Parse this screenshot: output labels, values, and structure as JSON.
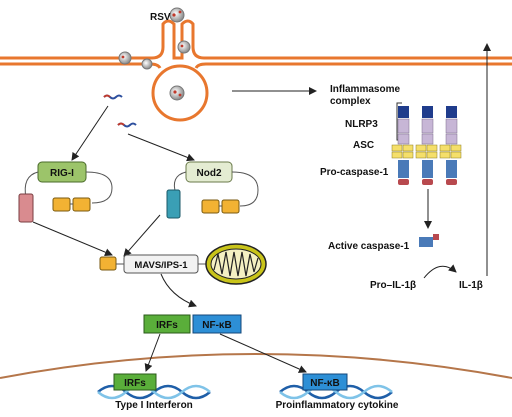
{
  "labels": {
    "virus": "RSV",
    "inflammasome_line1": "Inflammasome",
    "inflammasome_line2": "complex",
    "nlrp3": "NLRP3",
    "asc": "ASC",
    "pro_caspase": "Pro-caspase-1",
    "active_caspase": "Active caspase-1",
    "pro_il1b": "Pro–IL-1β",
    "il1b": "IL-1β",
    "rig_i": "RIG-I",
    "nod2": "Nod2",
    "mavs": "MAVS/IPS-1",
    "irfs_cyto": "IRFs",
    "nfkb_cyto": "NF-κB",
    "irfs_nuc": "IRFs",
    "nfkb_nuc": "NF-κB",
    "type1_ifn": "Type I Interferon",
    "proinflam": "Proinflammatory cytokine"
  },
  "colors": {
    "membrane": "#e8772e",
    "nucleus_membrane": "#b5764a",
    "rig_i": "#9cc46a",
    "nod2": "#e4ecd2",
    "card_pink": "#d98b8f",
    "card_teal": "#3a9fb5",
    "domain_orange": "#f2b233",
    "mavs": "#f2f2f2",
    "mito_outer": "#c9c41a",
    "irfs": "#5aae3a",
    "nfkb": "#2d8fd6",
    "nlrp3_top": "#1f3c8c",
    "nlrp3_mid": "#c7b6d6",
    "asc": "#f5df6a",
    "procasp": "#4a7ab8",
    "procasp_tip": "#b8494e",
    "dna_a": "#1f5fa8",
    "dna_b": "#7fc3e8"
  }
}
